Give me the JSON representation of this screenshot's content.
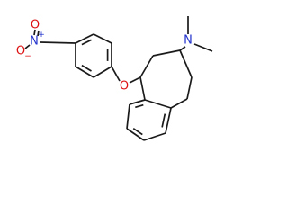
{
  "structure": {
    "atoms": [
      {
        "id": "n-dimethylamino",
        "symbol": "N",
        "element": "N",
        "charge": ""
      },
      {
        "id": "o-ether",
        "symbol": "O",
        "element": "O",
        "charge": ""
      },
      {
        "id": "n-nitro",
        "symbol": "N",
        "element": "N",
        "charge": "+"
      },
      {
        "id": "o-nitro-double",
        "symbol": "O",
        "element": "O",
        "charge": ""
      },
      {
        "id": "o-nitro-single",
        "symbol": "O",
        "element": "O",
        "charge": "−"
      }
    ]
  },
  "colors": {
    "bond": "#1a1a1a",
    "nitrogen": "#2233cc",
    "oxygen": "#dd1111",
    "background": "#ffffff"
  }
}
